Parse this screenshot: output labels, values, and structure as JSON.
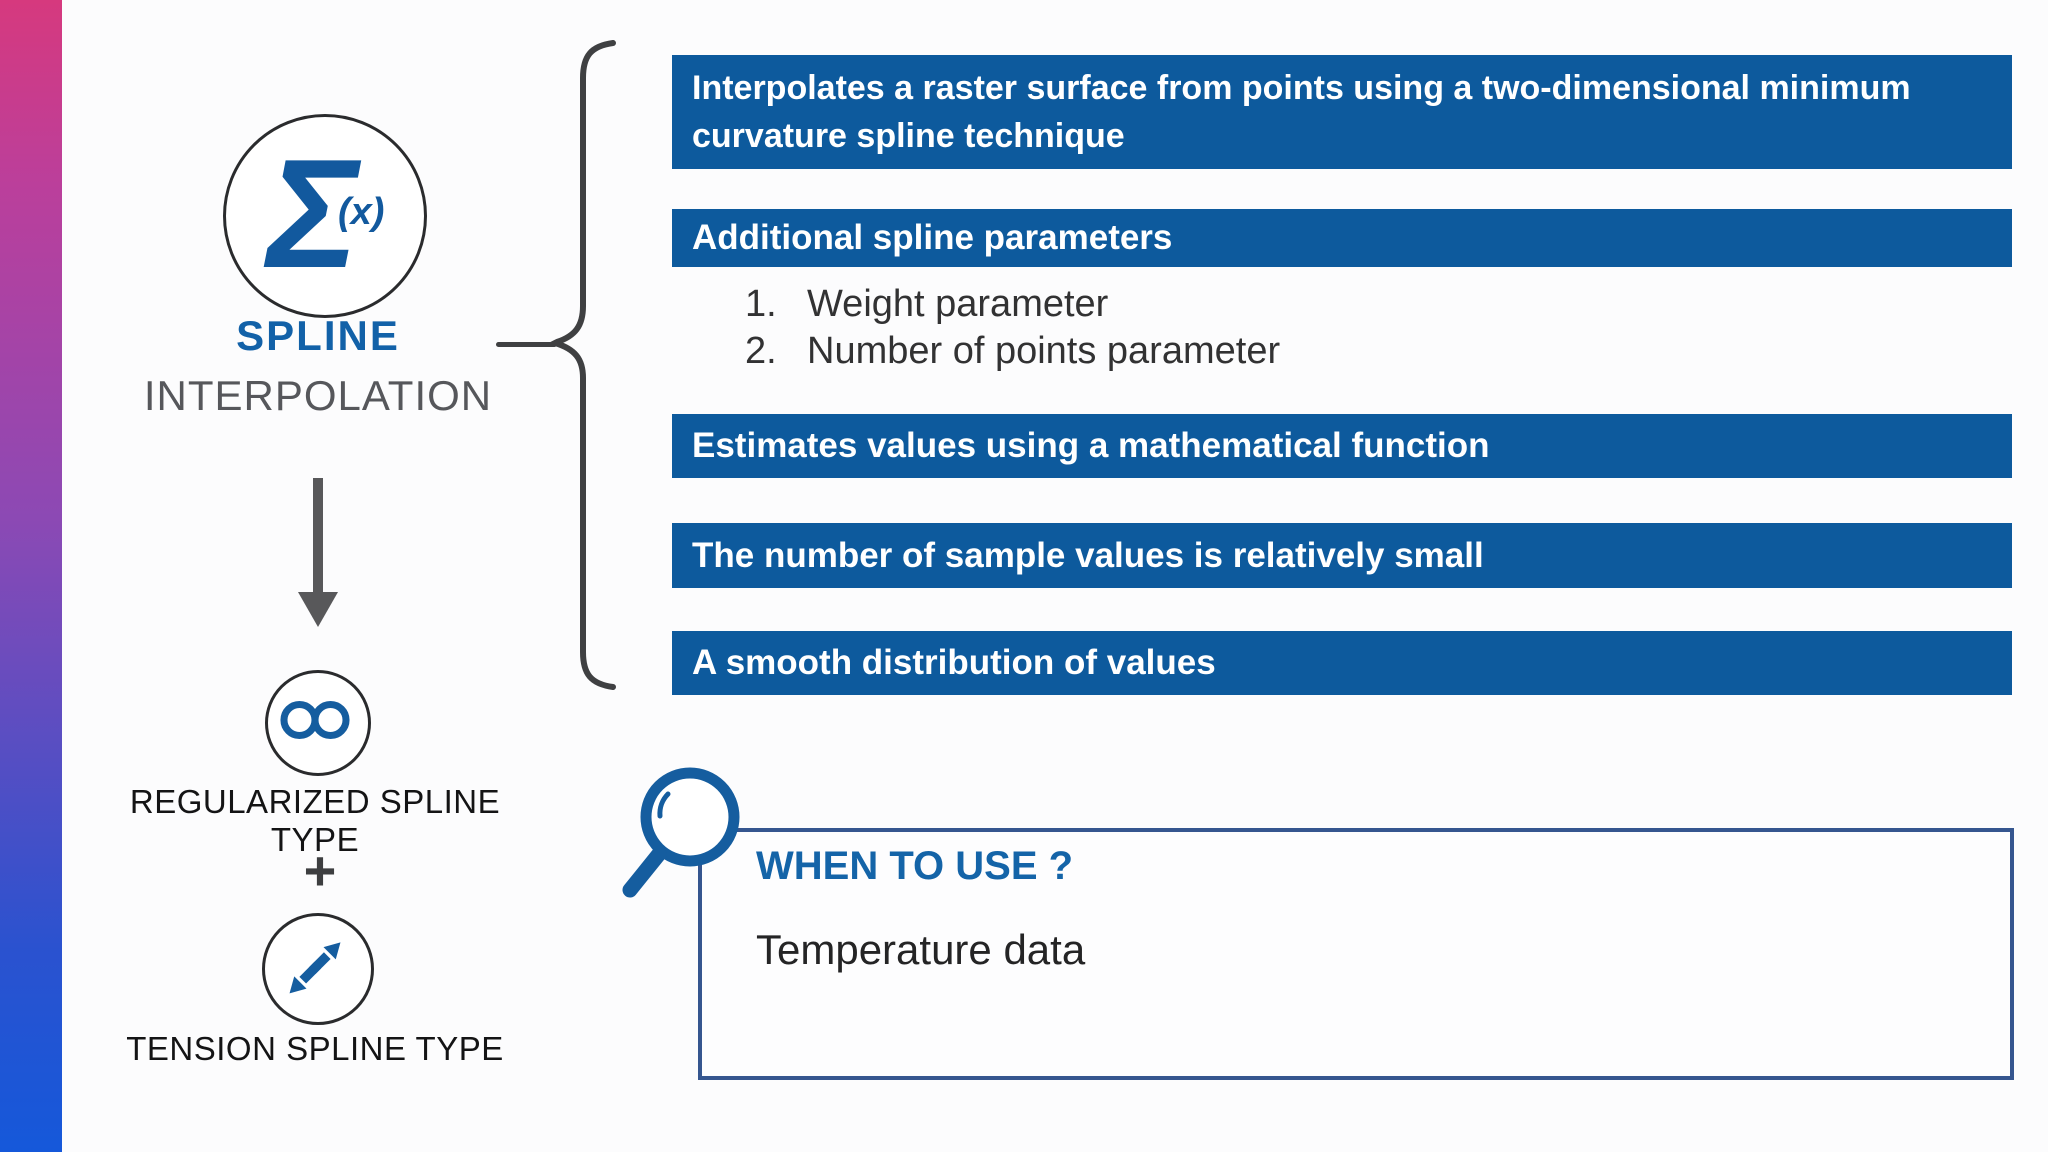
{
  "slide": {
    "colors": {
      "accent_top": "#d6397e",
      "accent_mid": "#8c49b4",
      "accent_bottom": "#1558da",
      "bar_blue": "#0d5a9d",
      "icon_blue": "#155d9f",
      "title_blue": "#1261a8",
      "box_border_navy": "#35568f"
    },
    "left": {
      "sigma_symbol": "Σ",
      "sigma_suffix": "(x)",
      "title_line1": "SPLINE",
      "title_line2": "INTERPOLATION",
      "regularized_label": "REGULARIZED SPLINE TYPE",
      "plus_sign": "+",
      "tension_label": "TENSION SPLINE TYPE"
    },
    "bullets": [
      {
        "text": "Interpolates a raster surface from points using a two-dimensional minimum curvature spline technique"
      },
      {
        "text": "Additional spline parameters",
        "items": [
          {
            "num": "1.",
            "text": "Weight parameter"
          },
          {
            "num": "2.",
            "text": "Number of points parameter"
          }
        ]
      },
      {
        "text": "Estimates values using a mathematical function"
      },
      {
        "text": "The number of sample values is relatively small"
      },
      {
        "text": "A smooth distribution of values"
      }
    ],
    "when_to_use": {
      "title": "WHEN TO USE ?",
      "content": "Temperature data"
    }
  }
}
